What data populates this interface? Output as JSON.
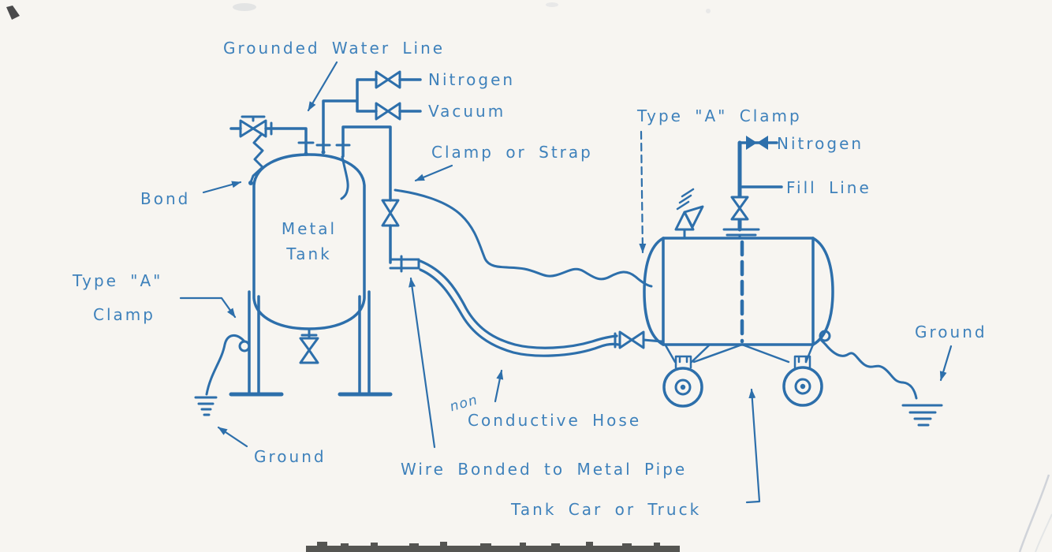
{
  "figure": {
    "description": "Engineering line diagram of bonding and grounding between a metal tank and a tank car or truck",
    "colors": {
      "ink": "#2d6fab",
      "text_ink": "#3e81bb",
      "paper": "#f7f5f1",
      "artifact_dark": "#3f3f3d",
      "artifact_faint": "#c6cbd3"
    },
    "labels": {
      "grounded_water_line": "Grounded Water Line",
      "nitrogen_left": "Nitrogen",
      "vacuum": "Vacuum",
      "clamp_or_strap": "Clamp or Strap",
      "bond": "Bond",
      "metal_tank_line1": "Metal",
      "metal_tank_line2": "Tank",
      "type_a_clamp_left_line1": "Type \"A\"",
      "type_a_clamp_left_line2": "Clamp",
      "ground_left": "Ground",
      "type_a_clamp_right": "Type \"A\" Clamp",
      "nitrogen_right": "Nitrogen",
      "fill_line": "Fill Line",
      "ground_right": "Ground",
      "hose_non": "non",
      "hose_main": "Conductive Hose",
      "wire_bonded": "Wire Bonded to Metal Pipe",
      "tank_car_or_truck": "Tank Car or Truck"
    }
  }
}
